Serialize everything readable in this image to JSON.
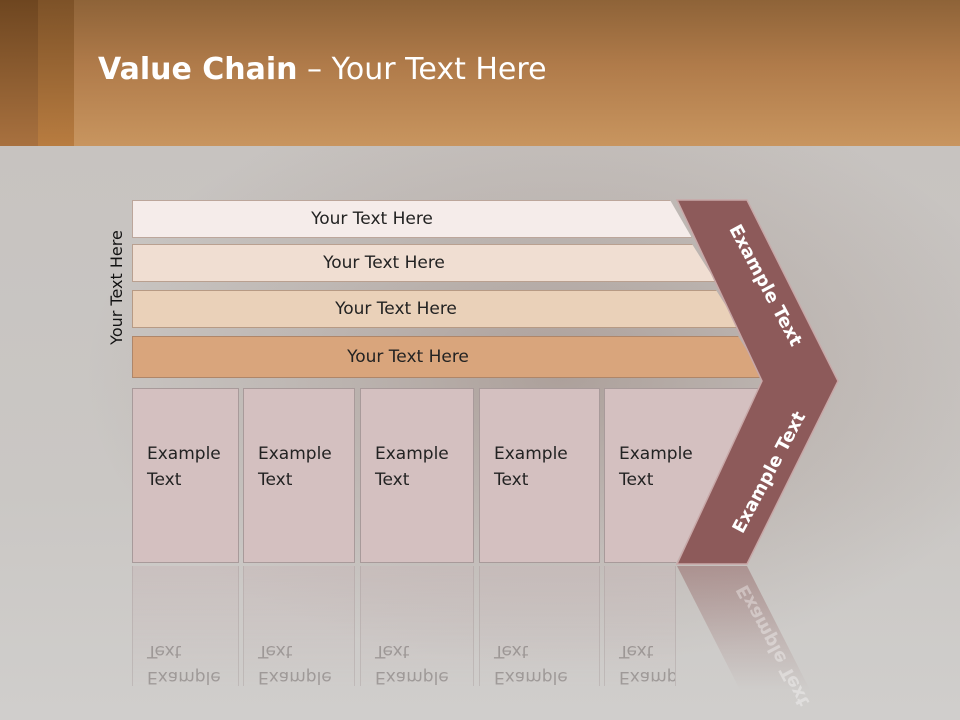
{
  "title": {
    "bold": "Value Chain",
    "rest": " – Your Text Here"
  },
  "side_label": "Your Text Here",
  "rows": [
    {
      "label": "Your Text Here",
      "color": "#f5ecea"
    },
    {
      "label": "Your Text Here",
      "color": "#f0ded2"
    },
    {
      "label": "Your Text Here",
      "color": "#ead1b9"
    },
    {
      "label": "Your Text Here",
      "color": "#d9a57c"
    }
  ],
  "boxes": [
    {
      "line1": "Example",
      "line2": "Text"
    },
    {
      "line1": "Example",
      "line2": "Text"
    },
    {
      "line1": "Example",
      "line2": "Text"
    },
    {
      "line1": "Example",
      "line2": "Text"
    },
    {
      "line1": "Example",
      "line2": "Text"
    }
  ],
  "chevron": {
    "upper_text": "Example Text",
    "lower_text": "Example Text",
    "color": "#8d5a5a"
  }
}
